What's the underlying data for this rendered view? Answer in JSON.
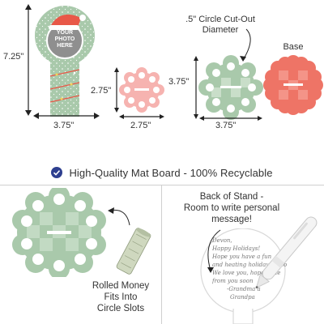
{
  "dimensions": {
    "stand_height": "7.25\"",
    "stand_width": "3.75\"",
    "small_height": "2.75\"",
    "small_width": "2.75\"",
    "large_height": "3.75\"",
    "large_width": "3.75\""
  },
  "labels": {
    "cutout_line1": ".5\" Circle Cut-Out",
    "cutout_line2": "Diameter",
    "base": "Base",
    "photo_line1": "YOUR",
    "photo_line2": "PHOTO",
    "photo_line3": "HERE"
  },
  "banner": {
    "text": "High-Quality Mat Board - 100% Recyclable"
  },
  "bottom_left": {
    "caption_line1": "Rolled Money",
    "caption_line2": "Fits Into",
    "caption_line3": "Circle Slots"
  },
  "bottom_right": {
    "title_line1": "Back of Stand -",
    "title_line2": "Room to write personal",
    "title_line3": "message!",
    "note_lines": [
      "Devon,",
      "Happy Holidays!",
      "Hope you have a fun",
      "and heating holiday seaso",
      "We love you, hope to he",
      "from you soon",
      "-Grandma a",
      "Grandpa"
    ]
  },
  "colors": {
    "sage": "#a9c9ab",
    "sage_light": "#c9dec9",
    "pink": "#f6b3b0",
    "coral": "#ee7466",
    "red_hat": "#e85848",
    "check_icon": "#2e3f8f"
  }
}
